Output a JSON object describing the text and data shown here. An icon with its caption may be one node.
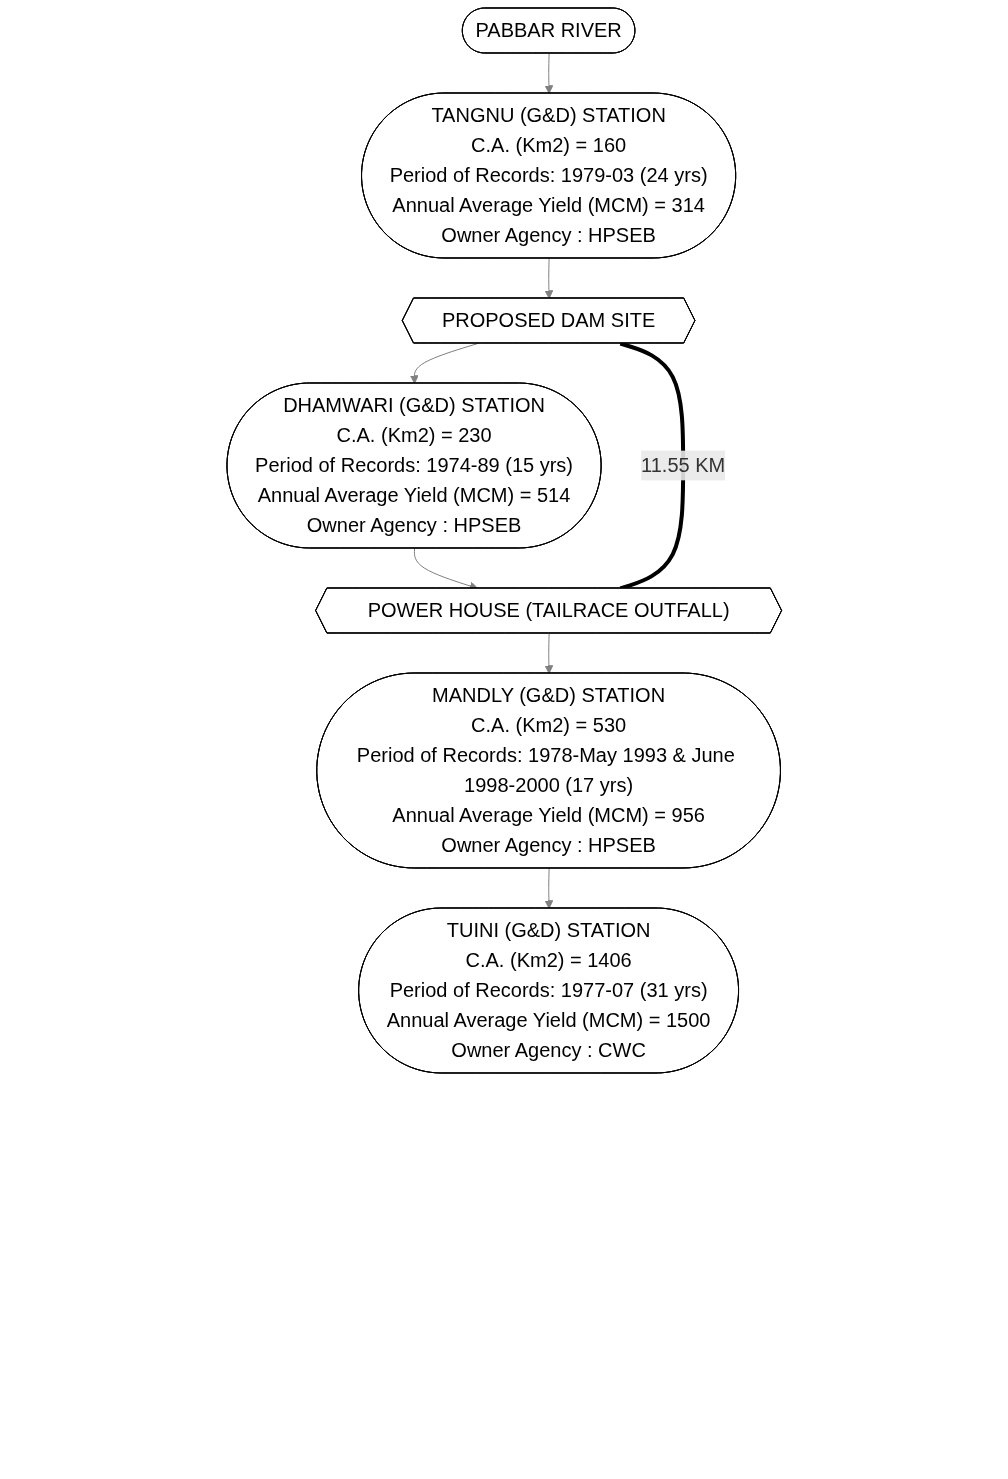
{
  "diagram": {
    "nodes": [
      {
        "text": [
          "PABBAR RIVER"
        ]
      },
      {
        "text": [
          "TANGNU (G&D) STATION",
          "C.A. (Km2) = 160",
          "Period of Records: 1979-03 (24 yrs)",
          "Annual Average Yield (MCM) = 314",
          "Owner Agency : HPSEB"
        ]
      },
      {
        "text": [
          "PROPOSED DAM SITE"
        ]
      },
      {
        "text": [
          "DHAMWARI (G&D) STATION",
          "C.A. (Km2) = 230",
          "Period of Records: 1974-89 (15 yrs)",
          "Annual Average Yield (MCM) = 514",
          "Owner Agency : HPSEB"
        ]
      },
      {
        "text": [
          "POWER HOUSE (TAILRACE OUTFALL)"
        ]
      },
      {
        "text": [
          "MANDLY (G&D) STATION",
          "C.A. (Km2) = 530",
          "Period of Records: 1978-May 1993 & June 1998-2000 (17 yrs)",
          "Annual Average Yield (MCM) = 956",
          "Owner Agency : HPSEB"
        ]
      },
      {
        "text": [
          "TUINI (G&D) STATION",
          "C.A. (Km2) = 1406",
          "Period of Records: 1977-07 (31 yrs)",
          "Annual Average Yield (MCM) = 1500",
          "Owner Agency : CWC"
        ]
      }
    ],
    "edges": [
      {
        "from": 0,
        "to": 1,
        "arrow": "to"
      },
      {
        "from": 1,
        "to": 2,
        "arrow": "to"
      },
      {
        "from": 2,
        "to": 3,
        "arrow": "to"
      },
      {
        "from": 3,
        "to": 4,
        "arrow": "to"
      },
      {
        "from": 4,
        "to": 5,
        "arrow": "to"
      },
      {
        "from": 5,
        "to": 6,
        "arrow": "to"
      },
      {
        "from": 2,
        "to": 4,
        "arrow": "none",
        "label": "11.55 KM",
        "style": "thick",
        "color": "#000000"
      }
    ]
  }
}
